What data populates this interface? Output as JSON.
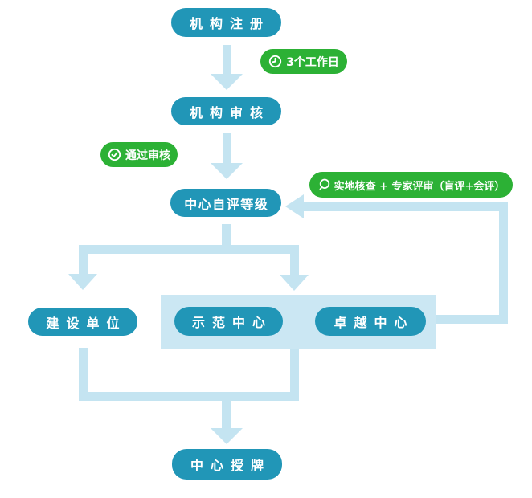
{
  "colors": {
    "node-fill": "#2196b7",
    "connector": "#c4e4f1",
    "container-fill": "#cbe7f3",
    "badge-fill": "#2cb135",
    "text-on-node": "#ffffff"
  },
  "nodes": {
    "register": {
      "label": "机构注册"
    },
    "review": {
      "label": "机构审核"
    },
    "self_eval": {
      "label": "中心自评等级"
    },
    "construction_unit": {
      "label": "建设单位"
    },
    "demo_center": {
      "label": "示范中心"
    },
    "excellence_center": {
      "label": "卓越中心"
    },
    "award": {
      "label": "中心授牌"
    }
  },
  "badges": {
    "working_days": {
      "label": "3个工作日",
      "icon": "clock-icon"
    },
    "pass_review": {
      "label": "通过审核",
      "icon": "check-circle-icon"
    },
    "expert_review": {
      "label": "实地核查 + 专家评审（盲评+会评）",
      "icon": "magnifier-icon"
    }
  }
}
